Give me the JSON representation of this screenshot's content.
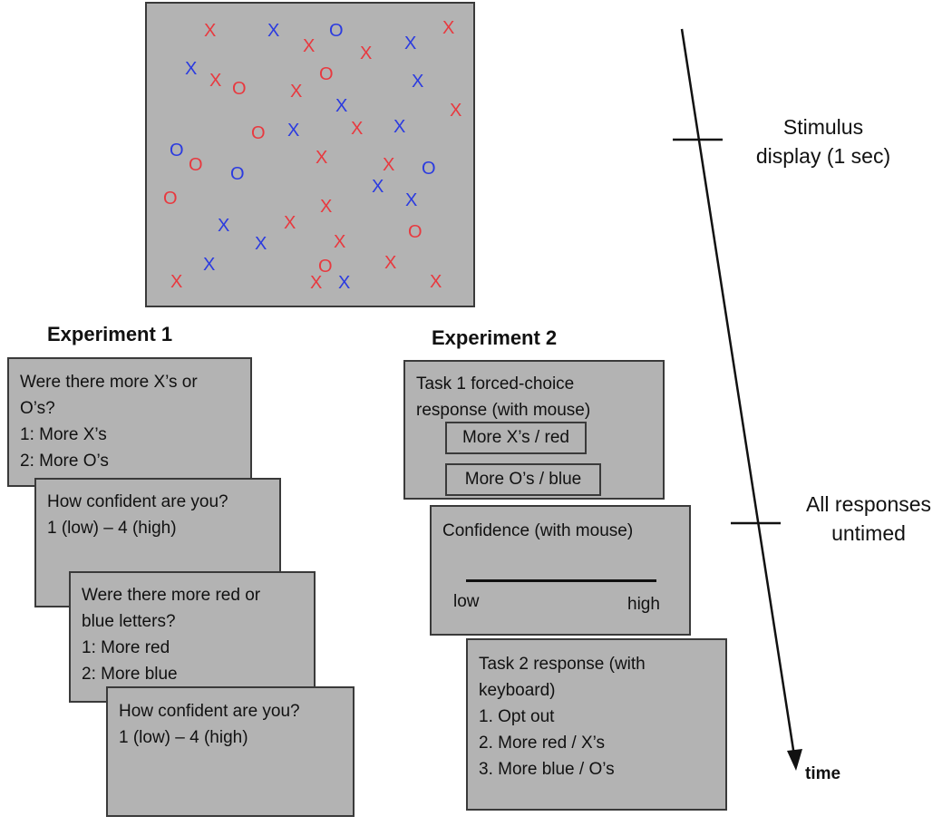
{
  "stimulus": {
    "colors": {
      "red": "#e8393f",
      "blue": "#2b3be0",
      "panel": "#b3b3b3"
    },
    "glyphs": [
      {
        "ch": "X",
        "c": "red"
      },
      {
        "ch": "X",
        "c": "blue"
      },
      {
        "ch": "X",
        "c": "red"
      },
      {
        "ch": "O",
        "c": "blue"
      },
      {
        "ch": "X",
        "c": "red"
      },
      {
        "ch": "X",
        "c": "blue"
      },
      {
        "ch": "X",
        "c": "red"
      },
      {
        "ch": "X",
        "c": "blue"
      },
      {
        "ch": "X",
        "c": "red"
      },
      {
        "ch": "O",
        "c": "red"
      },
      {
        "ch": "X",
        "c": "red"
      },
      {
        "ch": "O",
        "c": "red"
      },
      {
        "ch": "X",
        "c": "blue"
      },
      {
        "ch": "X",
        "c": "blue"
      },
      {
        "ch": "X",
        "c": "red"
      },
      {
        "ch": "O",
        "c": "red"
      },
      {
        "ch": "X",
        "c": "blue"
      },
      {
        "ch": "X",
        "c": "red"
      },
      {
        "ch": "X",
        "c": "blue"
      },
      {
        "ch": "O",
        "c": "blue"
      },
      {
        "ch": "O",
        "c": "red"
      },
      {
        "ch": "X",
        "c": "red"
      },
      {
        "ch": "O",
        "c": "blue"
      },
      {
        "ch": "X",
        "c": "red"
      },
      {
        "ch": "O",
        "c": "blue"
      },
      {
        "ch": "X",
        "c": "blue"
      },
      {
        "ch": "X",
        "c": "blue"
      },
      {
        "ch": "O",
        "c": "red"
      },
      {
        "ch": "X",
        "c": "red"
      },
      {
        "ch": "X",
        "c": "blue"
      },
      {
        "ch": "X",
        "c": "red"
      },
      {
        "ch": "X",
        "c": "blue"
      },
      {
        "ch": "O",
        "c": "red"
      },
      {
        "ch": "X",
        "c": "red"
      },
      {
        "ch": "X",
        "c": "red"
      },
      {
        "ch": "X",
        "c": "blue"
      },
      {
        "ch": "O",
        "c": "red"
      },
      {
        "ch": "X",
        "c": "red"
      },
      {
        "ch": "X",
        "c": "blue"
      },
      {
        "ch": "X",
        "c": "red"
      },
      {
        "ch": "X",
        "c": "red"
      }
    ]
  },
  "experiment1": {
    "heading": "Experiment 1",
    "screens": [
      {
        "lines": [
          "Were there more X’s or",
          "O’s?",
          "1: More X’s",
          "2: More O’s"
        ]
      },
      {
        "lines": [
          "How confident are you?",
          "1 (low) – 4 (high)"
        ]
      },
      {
        "lines": [
          "Were there more red or",
          "blue letters?",
          "1: More red",
          "2: More blue"
        ]
      },
      {
        "lines": [
          "How confident are you?",
          "1 (low) – 4 (high)"
        ]
      }
    ]
  },
  "experiment2": {
    "heading": "Experiment 2",
    "task1": {
      "lines": [
        "Task 1 forced-choice",
        "response (with mouse)"
      ],
      "buttons": [
        "More X’s / red",
        "More O’s / blue"
      ]
    },
    "confidence": {
      "title": "Confidence (with mouse)",
      "low_label": "low",
      "high_label": "high"
    },
    "task2": {
      "lines": [
        "Task 2 response (with",
        "keyboard)",
        "1. Opt out",
        "2. More red / X’s",
        "3. More blue / O’s"
      ]
    }
  },
  "timeline": {
    "stimulus_label": [
      "Stimulus",
      "display (1 sec)"
    ],
    "responses_label": [
      "All responses",
      "untimed"
    ],
    "axis_label": "time"
  }
}
